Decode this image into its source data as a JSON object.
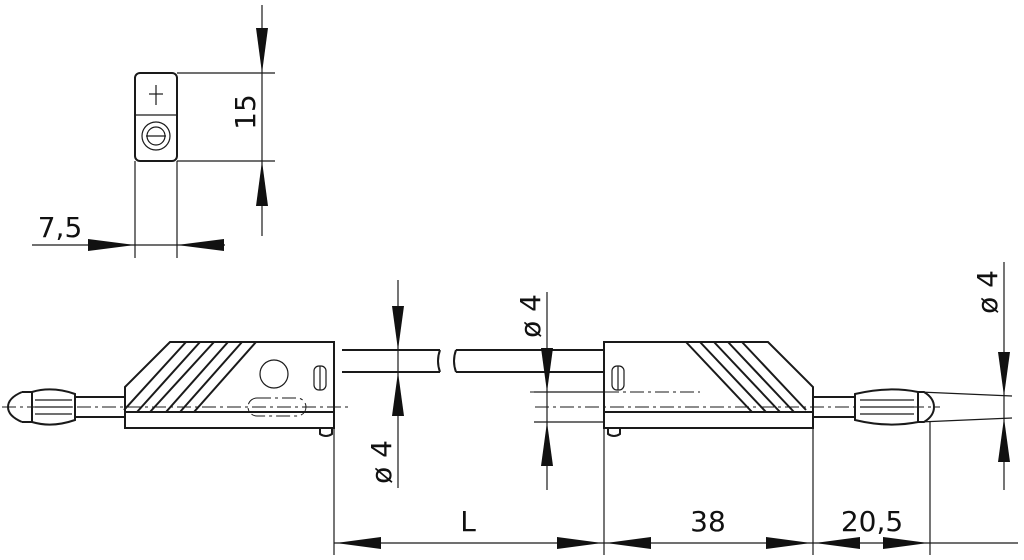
{
  "dimensions": {
    "height_15": "15",
    "width_7_5": "7,5",
    "pin_dia_top": "ø 4",
    "cable_dia_mid": "ø 4",
    "pin_dia_left": "ø 4",
    "pin_dia_right": "ø 4",
    "length_L": "L",
    "body_38": "38",
    "pin_20_5": "20,5"
  },
  "colors": {
    "line": "#1a1a1a",
    "background": "#ffffff"
  }
}
